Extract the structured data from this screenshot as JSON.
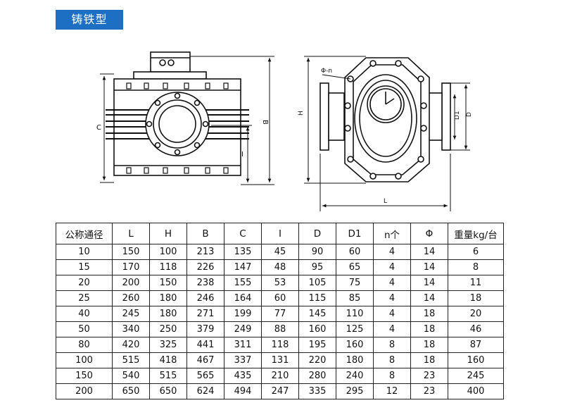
{
  "header": {
    "title": "铸铁型"
  },
  "drawing": {
    "front_view": {
      "dim_c": "C",
      "dim_b": "B",
      "dim_i": "I"
    },
    "side_view": {
      "dim_phi_n": "Φ-n",
      "dim_h": "H",
      "dim_d1": "D1",
      "dim_d": "D",
      "dim_l": "L"
    }
  },
  "table": {
    "headers": [
      "公称通径",
      "L",
      "H",
      "B",
      "C",
      "I",
      "D",
      "D1",
      "n个",
      "Φ",
      "重量kg/台"
    ],
    "rows": [
      [
        "10",
        "150",
        "100",
        "213",
        "135",
        "45",
        "90",
        "60",
        "4",
        "14",
        "6"
      ],
      [
        "15",
        "170",
        "118",
        "226",
        "147",
        "48",
        "95",
        "65",
        "4",
        "14",
        "8"
      ],
      [
        "20",
        "200",
        "150",
        "238",
        "155",
        "53",
        "105",
        "75",
        "4",
        "14",
        "11"
      ],
      [
        "25",
        "260",
        "180",
        "246",
        "164",
        "60",
        "115",
        "85",
        "4",
        "14",
        "18"
      ],
      [
        "40",
        "245",
        "180",
        "271",
        "199",
        "77",
        "145",
        "110",
        "4",
        "18",
        "20"
      ],
      [
        "50",
        "340",
        "250",
        "379",
        "249",
        "88",
        "160",
        "125",
        "4",
        "18",
        "46"
      ],
      [
        "80",
        "420",
        "325",
        "441",
        "311",
        "118",
        "195",
        "160",
        "8",
        "18",
        "87"
      ],
      [
        "100",
        "515",
        "418",
        "467",
        "337",
        "131",
        "220",
        "180",
        "8",
        "18",
        "160"
      ],
      [
        "150",
        "540",
        "515",
        "565",
        "435",
        "210",
        "280",
        "240",
        "8",
        "23",
        "245"
      ],
      [
        "200",
        "650",
        "650",
        "624",
        "494",
        "247",
        "335",
        "295",
        "12",
        "23",
        "400"
      ]
    ]
  }
}
